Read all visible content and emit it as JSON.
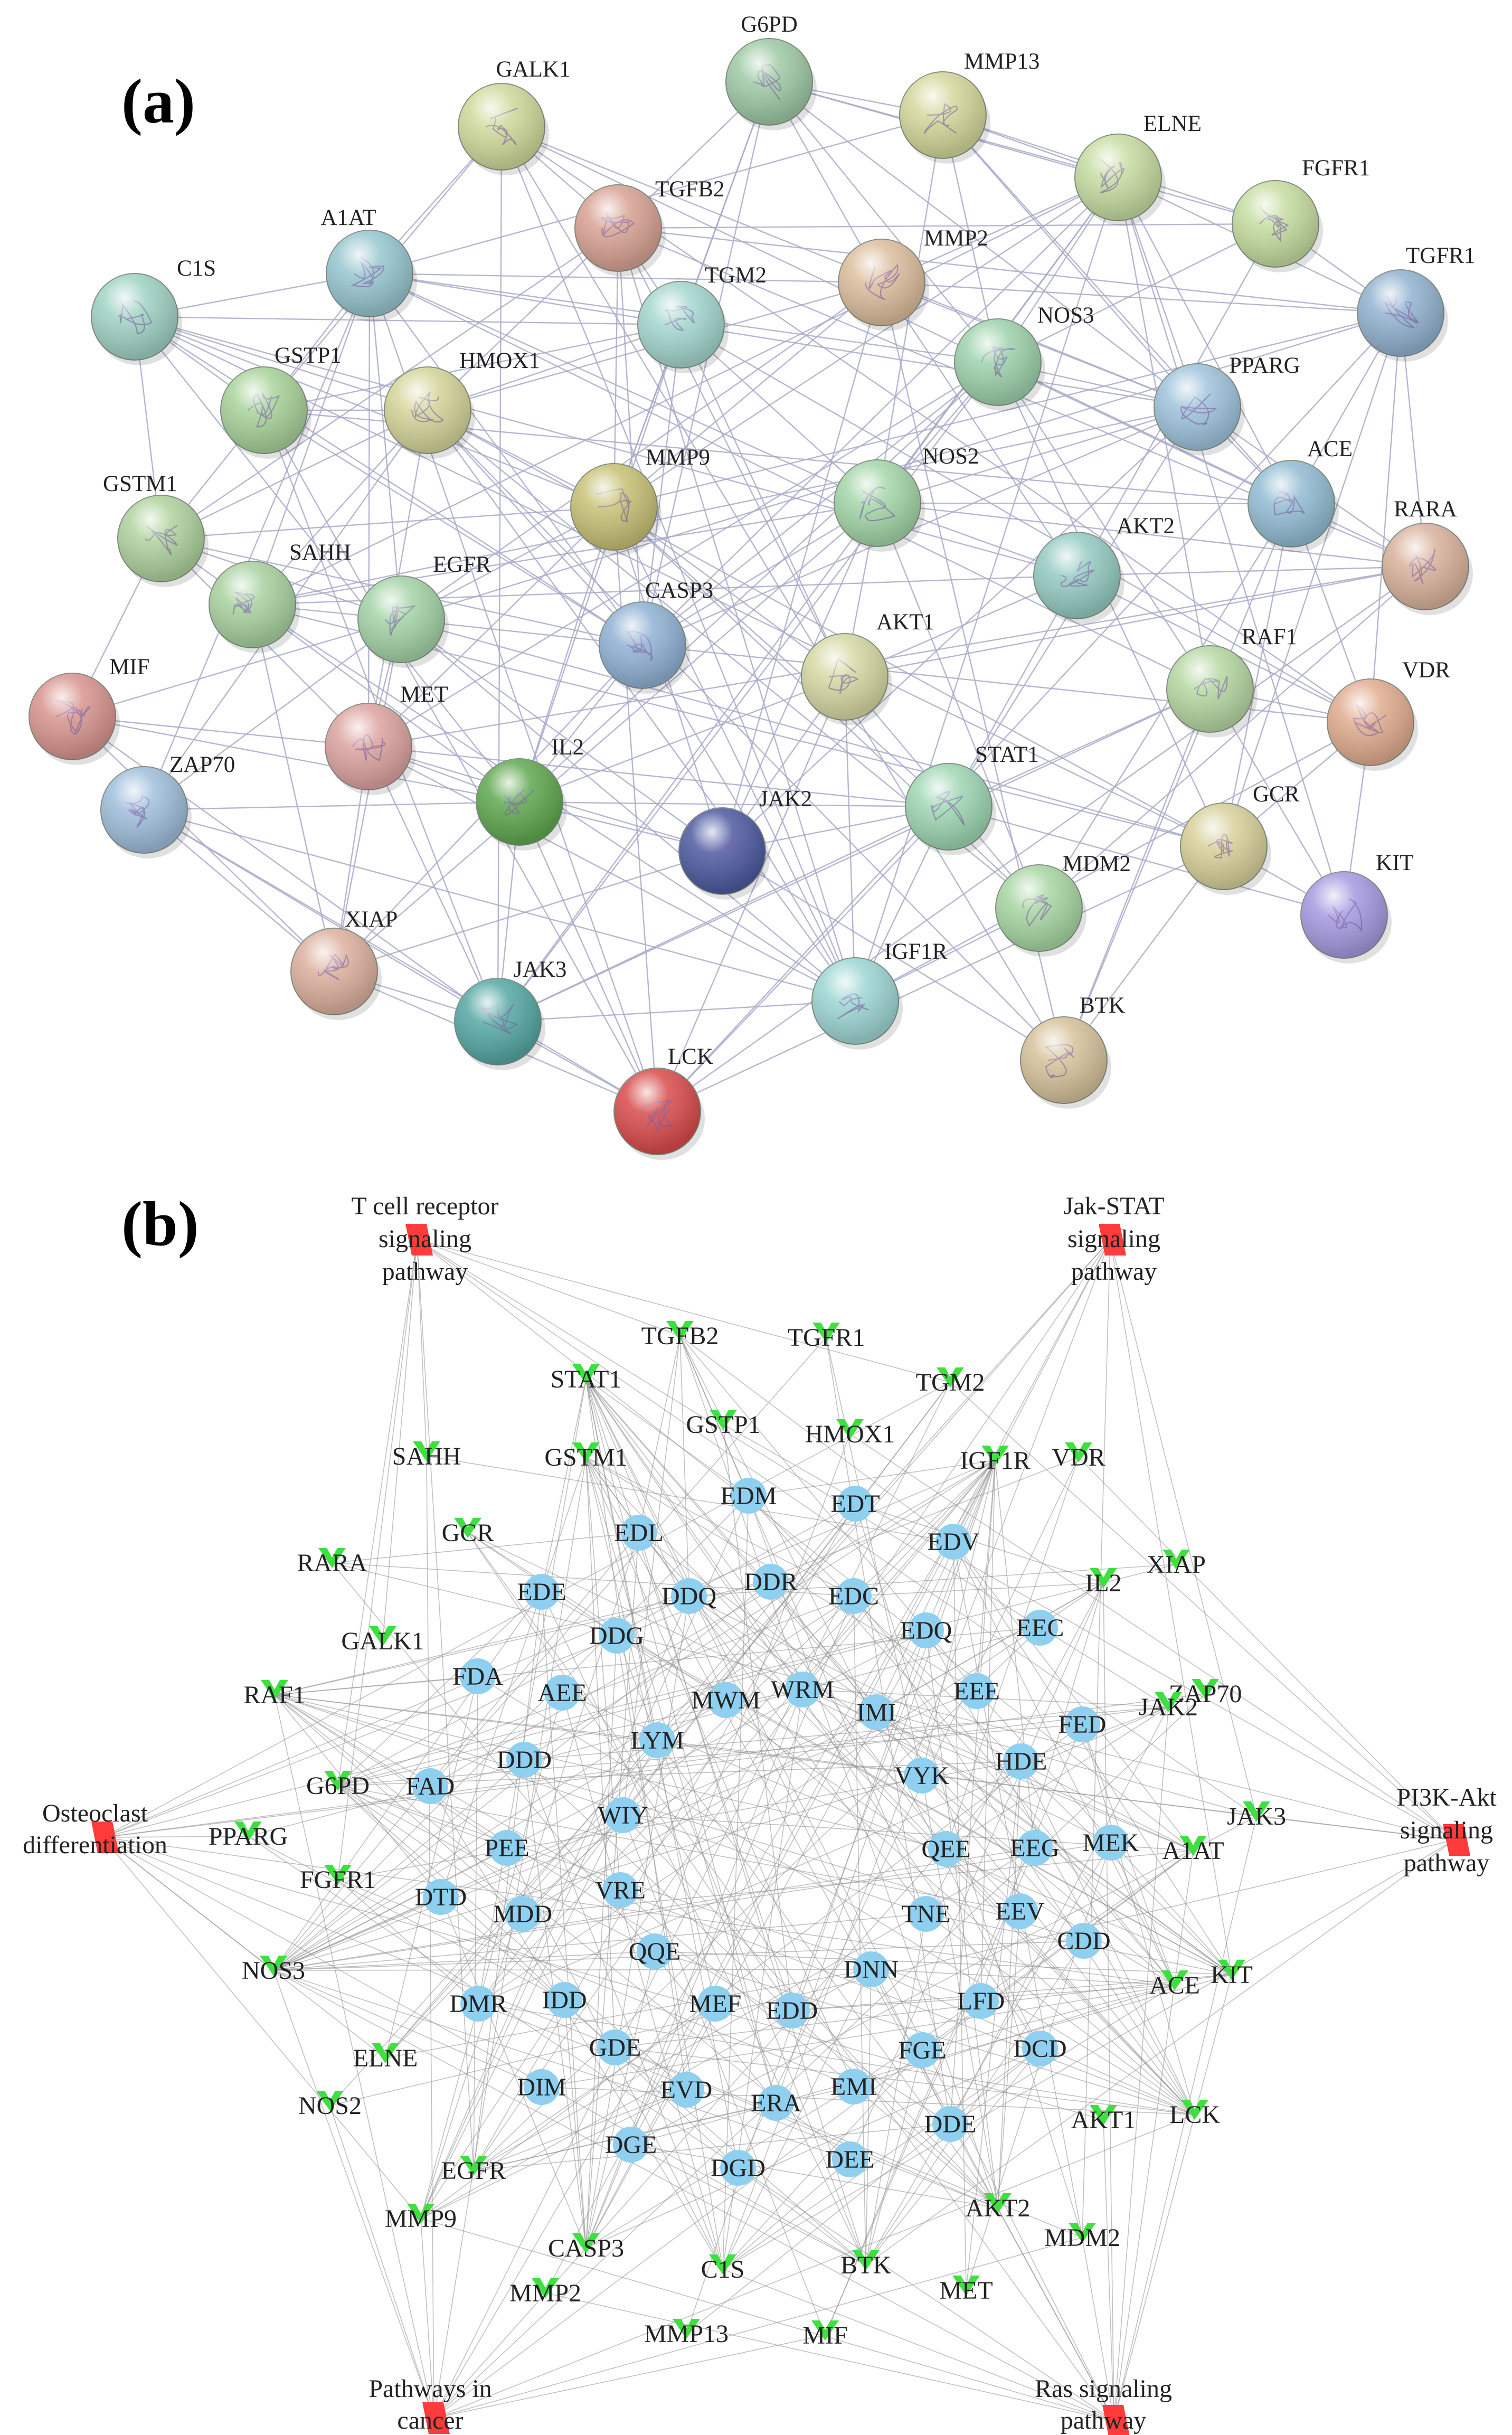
{
  "panel_a": {
    "label": "(a)",
    "nodes": [
      {
        "name": "G6PD",
        "color": "#9ec9a4"
      },
      {
        "name": "MMP13",
        "color": "#d4d79a"
      },
      {
        "name": "GALK1",
        "color": "#cfd99a"
      },
      {
        "name": "ELNE",
        "color": "#c6dca0"
      },
      {
        "name": "FGFR1",
        "color": "#c5dca0"
      },
      {
        "name": "TGFB2",
        "color": "#d8a293"
      },
      {
        "name": "A1AT",
        "color": "#97c6cf"
      },
      {
        "name": "MMP2",
        "color": "#dcbd9c"
      },
      {
        "name": "TGFR1",
        "color": "#92b2d0"
      },
      {
        "name": "C1S",
        "color": "#9fd2c3"
      },
      {
        "name": "TGM2",
        "color": "#a4d6cf"
      },
      {
        "name": "NOS3",
        "color": "#9dd2ac"
      },
      {
        "name": "GSTP1",
        "color": "#a8d299"
      },
      {
        "name": "HMOX1",
        "color": "#d5d59a"
      },
      {
        "name": "PPARG",
        "color": "#9ec3dc"
      },
      {
        "name": "GSTM1",
        "color": "#aed29d"
      },
      {
        "name": "MMP9",
        "color": "#c7c175"
      },
      {
        "name": "NOS2",
        "color": "#a3d6a8"
      },
      {
        "name": "ACE",
        "color": "#92bcd3"
      },
      {
        "name": "RARA",
        "color": "#d9b39c"
      },
      {
        "name": "SAHH",
        "color": "#a8d2a0"
      },
      {
        "name": "EGFR",
        "color": "#a3d3a6"
      },
      {
        "name": "CASP3",
        "color": "#8fb1d3"
      },
      {
        "name": "AKT2",
        "color": "#95cbc3"
      },
      {
        "name": "AKT1",
        "color": "#d6d8a2"
      },
      {
        "name": "RAF1",
        "color": "#b6d8a2"
      },
      {
        "name": "MIF",
        "color": "#d8958f"
      },
      {
        "name": "MET",
        "color": "#dca3a0"
      },
      {
        "name": "VDR",
        "color": "#e0ac8e"
      },
      {
        "name": "ZAP70",
        "color": "#9fbedb"
      },
      {
        "name": "IL2",
        "color": "#5fa84f"
      },
      {
        "name": "JAK2",
        "color": "#4d5aa0"
      },
      {
        "name": "STAT1",
        "color": "#9fd6b3"
      },
      {
        "name": "GCR",
        "color": "#d7d09a"
      },
      {
        "name": "MDM2",
        "color": "#a8d6a2"
      },
      {
        "name": "KIT",
        "color": "#a59ae0"
      },
      {
        "name": "XIAP",
        "color": "#dcb09e"
      },
      {
        "name": "JAK3",
        "color": "#55a8a4"
      },
      {
        "name": "IGF1R",
        "color": "#9dd6d4"
      },
      {
        "name": "BTK",
        "color": "#d6c29a"
      },
      {
        "name": "LCK",
        "color": "#d94b4b"
      }
    ]
  },
  "panel_b": {
    "label": "(b)",
    "pathways": [
      {
        "lines": [
          "T cell receptor",
          "signaling",
          "pathway"
        ]
      },
      {
        "lines": [
          "Jak-STAT",
          "signaling",
          "pathway"
        ]
      },
      {
        "lines": [
          "Osteoclast",
          "differentiation"
        ]
      },
      {
        "lines": [
          "PI3K-Akt",
          "signaling",
          "pathway"
        ]
      },
      {
        "lines": [
          "Pathways in",
          "cancer"
        ]
      },
      {
        "lines": [
          "Ras signaling",
          "pathway"
        ]
      }
    ],
    "targets": [
      "STAT1",
      "TGFB2",
      "TGFR1",
      "TGM2",
      "GSTP1",
      "HMOX1",
      "SAHH",
      "GSTM1",
      "IGF1R",
      "VDR",
      "GCR",
      "XIAP",
      "RARA",
      "IL2",
      "GALK1",
      "ZAP70",
      "JAK2",
      "RAF1",
      "G6PD",
      "JAK3",
      "A1AT",
      "PPARG",
      "FGFR1",
      "NOS3",
      "KIT",
      "ACE",
      "ELNE",
      "NOS2",
      "LCK",
      "AKT1",
      "EGFR",
      "MMP9",
      "AKT2",
      "MDM2",
      "CASP3",
      "C1S",
      "BTK",
      "MMP2",
      "MET",
      "MMP13",
      "MIF"
    ],
    "compounds": [
      "EDM",
      "EDT",
      "EDL",
      "EDV",
      "EDE",
      "DDQ",
      "DDR",
      "EDC",
      "EDQ",
      "DDG",
      "EEC",
      "FDA",
      "AEE",
      "MWM",
      "WRM",
      "EEE",
      "IMI",
      "FED",
      "LYM",
      "DDD",
      "HDE",
      "VYK",
      "FAD",
      "WIY",
      "PEE",
      "QEE",
      "EEG",
      "MEK",
      "DTD",
      "VRE",
      "MDD",
      "TNE",
      "EEV",
      "CDD",
      "QQE",
      "DNN",
      "DMR",
      "IDD",
      "MEF",
      "EDD",
      "LFD",
      "DCD",
      "GDE",
      "FGE",
      "DIM",
      "EVD",
      "ERA",
      "EMI",
      "DDE",
      "DGE",
      "DGD",
      "DEE"
    ]
  },
  "colors": {
    "edge_a": "#a7a9c9",
    "edge_b": "#8e8e8e",
    "pathway_node": "#ff3b3b",
    "target_node": "#3ee040",
    "compound_node": "#8fd0f0"
  }
}
